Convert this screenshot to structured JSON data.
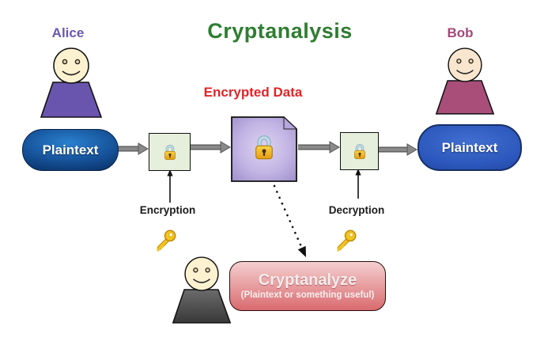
{
  "title": "Cryptanalysis",
  "actors": {
    "alice": {
      "label": "Alice"
    },
    "bob": {
      "label": "Bob"
    },
    "attacker": {
      "role": "cryptanalyst"
    }
  },
  "labels": {
    "encrypted_data": "Encrypted Data",
    "encryption": "Encryption",
    "decryption": "Decryption"
  },
  "nodes": {
    "plaintext_left": {
      "label": "Plaintext"
    },
    "plaintext_right": {
      "label": "Plaintext"
    },
    "cryptanalyze": {
      "title": "Cryptanalyze",
      "subtitle": "(Plaintext or something useful)"
    }
  },
  "icons": {
    "padlock": "closed-gold-padlock",
    "key": "gold-key"
  },
  "colors": {
    "title_green": "#2f7d31",
    "encrypted_data_red": "#e02427",
    "alice_purple": "#6a55ae",
    "bob_maroon": "#a84e79",
    "attacker_gray": "#4e4e4e",
    "plaintext_blue_dark": "#0a2d60",
    "plaintext_blue_royal": "#2b57bc",
    "lock_box_green": "#e5efdb",
    "encrypted_box_purple": "#b0a1d8",
    "cryptanalyze_pink": "#e08a8d",
    "arrow_gray": "#8a8a8a",
    "key_gold": "#f3c51f"
  }
}
